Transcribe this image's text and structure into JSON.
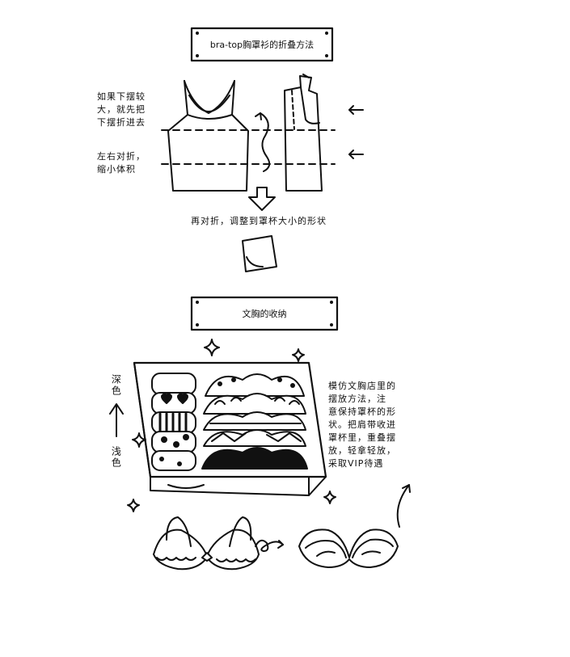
{
  "section1": {
    "title": "bra-top胸罩衫的折叠方法",
    "note_hem": "如果下摆较\n大，就先把\n下摆折进去",
    "note_fold": "左右对折，\n缩小体积",
    "note_final": "再对折，调整到罩杯大小的形状"
  },
  "section2": {
    "title": "文胸的收纳",
    "label_dark": "深色",
    "label_light": "浅色",
    "note_store": "模仿文胸店里的\n摆放方法，注\n意保持罩杯的形\n状。把肩带收进\n罩杯里，重叠摆\n放，轻拿轻放，\n采取VIP待遇"
  }
}
